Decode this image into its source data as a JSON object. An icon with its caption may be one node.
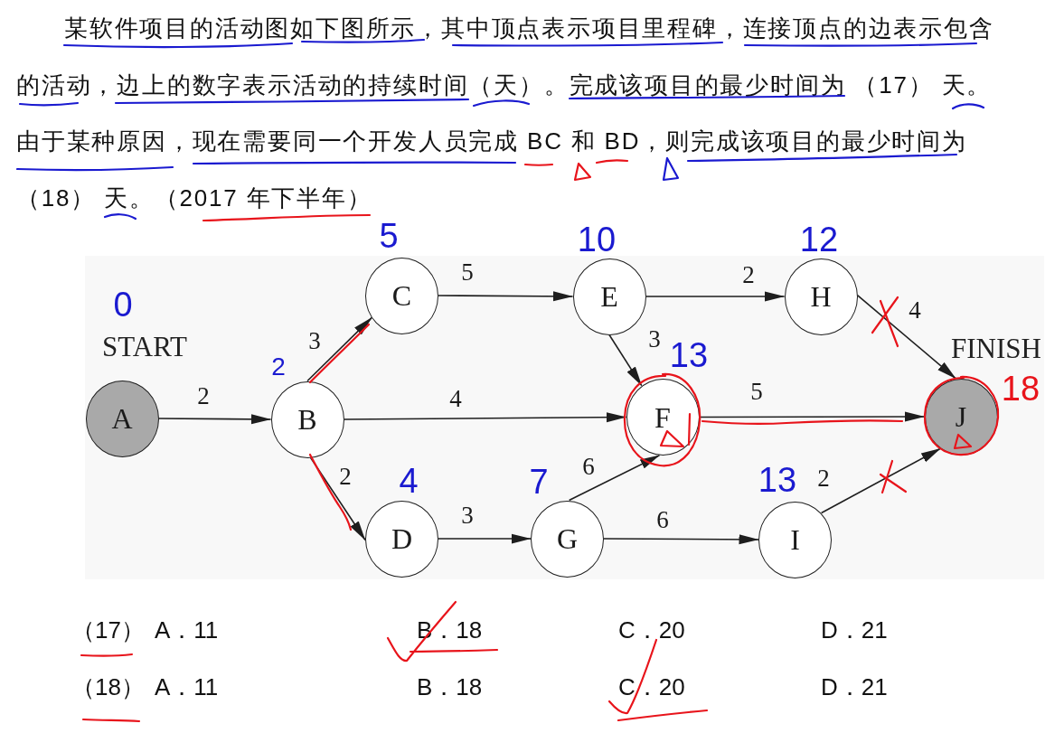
{
  "diagram": {
    "nodes": [
      {
        "text": [
          "A"
        ],
        "beside": [
          "0",
          "START"
        ]
      },
      {
        "text": [
          "B"
        ],
        "beside": [
          "2"
        ]
      },
      {
        "text": [
          "C"
        ],
        "beside": [
          "5"
        ]
      },
      {
        "text": [
          "D"
        ],
        "beside": [
          "4"
        ]
      },
      {
        "text": [
          "E"
        ],
        "beside": [
          "10"
        ]
      },
      {
        "text": [
          "F"
        ],
        "beside": [
          "13"
        ]
      },
      {
        "text": [
          "G"
        ],
        "beside": [
          "7"
        ]
      },
      {
        "text": [
          "H"
        ],
        "beside": [
          "12"
        ]
      },
      {
        "text": [
          "I"
        ],
        "beside": [
          "13"
        ]
      },
      {
        "text": [
          "J"
        ],
        "beside": [
          "FINISH",
          "18"
        ]
      }
    ],
    "edges": [
      {
        "from": 0,
        "to": 1,
        "arrow": "to",
        "label": "2"
      },
      {
        "from": 1,
        "to": 2,
        "arrow": "to",
        "label": "3"
      },
      {
        "from": 1,
        "to": 5,
        "arrow": "to",
        "label": "4"
      },
      {
        "from": 1,
        "to": 3,
        "arrow": "to",
        "label": "2"
      },
      {
        "from": 2,
        "to": 4,
        "arrow": "to",
        "label": "5"
      },
      {
        "from": 4,
        "to": 7,
        "arrow": "to",
        "label": "2"
      },
      {
        "from": 4,
        "to": 5,
        "arrow": "to",
        "label": "3"
      },
      {
        "from": 7,
        "to": 9,
        "arrow": "to",
        "label": "4"
      },
      {
        "from": 5,
        "to": 9,
        "arrow": "to",
        "label": "5"
      },
      {
        "from": 3,
        "to": 6,
        "arrow": "to",
        "label": "3"
      },
      {
        "from": 6,
        "to": 5,
        "arrow": "to",
        "label": "6"
      },
      {
        "from": 6,
        "to": 8,
        "arrow": "to",
        "label": "6"
      },
      {
        "from": 8,
        "to": 9,
        "arrow": "to",
        "label": "2"
      }
    ],
    "labels": [
      "某软件项目的活动图如下图所示，其中顶点表示项目里程碑，连接顶点的边表示包含的活动，边上的数字表示活动的持续时间（天）。完成该项目的最少时间为 （17） 天。由于某种原因，现在需要同一个开发人员完成 BC 和 BD，则完成该项目的最少时间为（18） 天。（2017 年下半年）",
      "（17）",
      "A．11",
      "B．18",
      "C．20",
      "D．21",
      "（18）",
      "A．11",
      "B．18",
      "C．20",
      "D．21"
    ]
  }
}
